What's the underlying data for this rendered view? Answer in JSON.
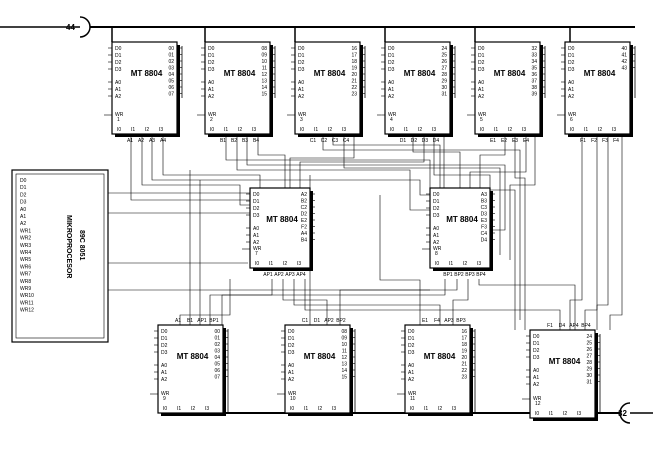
{
  "chip_name": "MT 8804",
  "terminal_top": "44",
  "terminal_bottom": "32",
  "mcu": {
    "title": "MIKROPROCESOR",
    "subtitle": "89C 8051",
    "pins": [
      "D0",
      "D1",
      "D2",
      "D3",
      "A0",
      "A1",
      "A2",
      "WR1",
      "WR2",
      "WR3",
      "WR4",
      "WR5",
      "WR6",
      "WR7",
      "WR8",
      "WR9",
      "WR10",
      "WR11",
      "WR12"
    ]
  },
  "chip_pins": {
    "left_data": [
      "D0",
      "D1",
      "D2",
      "D3"
    ],
    "left_addr": [
      "A0",
      "A1",
      "A2"
    ],
    "wr": "WR",
    "bottom": [
      "I0",
      "I1",
      "I2",
      "I3"
    ]
  },
  "chips": [
    {
      "id": "c1",
      "wr": "1",
      "outs": [
        "00",
        "01",
        "02",
        "03",
        "04",
        "05",
        "06",
        "07"
      ],
      "bottom_labels": [
        "A1",
        "A2",
        "A3",
        "A4"
      ]
    },
    {
      "id": "c2",
      "wr": "2",
      "outs": [
        "08",
        "09",
        "10",
        "11",
        "12",
        "13",
        "14",
        "15"
      ],
      "bottom_labels": [
        "B1",
        "B2",
        "B3",
        "B4"
      ]
    },
    {
      "id": "c3",
      "wr": "3",
      "outs": [
        "16",
        "17",
        "18",
        "19",
        "20",
        "21",
        "22",
        "23"
      ],
      "bottom_labels": [
        "C1",
        "C2",
        "C3",
        "C4"
      ]
    },
    {
      "id": "c4",
      "wr": "4",
      "outs": [
        "24",
        "25",
        "26",
        "27",
        "28",
        "29",
        "30",
        "31"
      ],
      "bottom_labels": [
        "D1",
        "D2",
        "D3",
        "D4"
      ]
    },
    {
      "id": "c5",
      "wr": "5",
      "outs": [
        "32",
        "33",
        "34",
        "35",
        "36",
        "37",
        "38",
        "39"
      ],
      "bottom_labels": [
        "E1",
        "E2",
        "E3",
        "E4"
      ]
    },
    {
      "id": "c6",
      "wr": "6",
      "outs": [
        "40",
        "41",
        "42",
        "43"
      ],
      "bottom_labels": [
        "F1",
        "F2",
        "F3",
        "F4"
      ]
    },
    {
      "id": "c7",
      "wr": "7",
      "outs": [
        "A2",
        "B2",
        "C2",
        "D2",
        "E2",
        "F2",
        "A4",
        "B4"
      ],
      "bottom_labels": [
        "AP1",
        "AP2",
        "AP3",
        "AP4"
      ]
    },
    {
      "id": "c8",
      "wr": "8",
      "outs": [
        "A3",
        "B3",
        "C3",
        "D3",
        "E3",
        "F3",
        "C4",
        "D4"
      ],
      "bottom_labels": [
        "BP1",
        "BP2",
        "BP3",
        "BP4"
      ]
    },
    {
      "id": "c9",
      "wr": "9",
      "outs": [
        "00",
        "01",
        "02",
        "03",
        "04",
        "05",
        "06",
        "07"
      ],
      "top_labels": [
        "A1",
        "B1",
        "AP1",
        "BP1"
      ]
    },
    {
      "id": "c10",
      "wr": "10",
      "outs": [
        "08",
        "09",
        "10",
        "11",
        "12",
        "13",
        "14",
        "15"
      ],
      "top_labels": [
        "C1",
        "D1",
        "AP2",
        "BP2"
      ]
    },
    {
      "id": "c11",
      "wr": "11",
      "outs": [
        "16",
        "17",
        "18",
        "19",
        "20",
        "21",
        "22",
        "23"
      ],
      "top_labels": [
        "E1",
        "F4",
        "AP3",
        "BP3"
      ]
    },
    {
      "id": "c12",
      "wr": "12",
      "outs": [
        "24",
        "25",
        "26",
        "27",
        "28",
        "29",
        "30",
        "31"
      ],
      "top_labels": [
        "F1",
        "D4",
        "AP4",
        "BP4"
      ]
    }
  ]
}
